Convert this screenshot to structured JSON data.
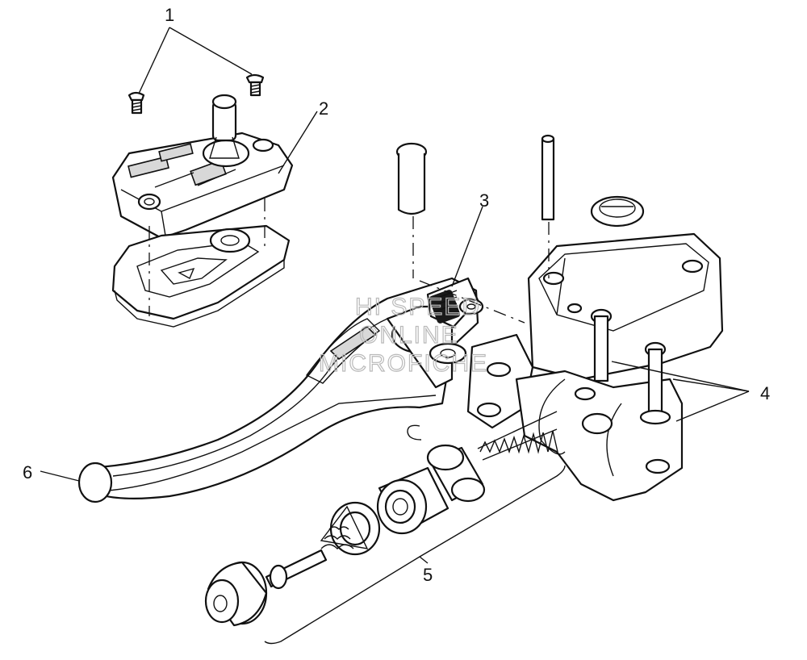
{
  "callouts": [
    {
      "label": "1"
    },
    {
      "label": "2"
    },
    {
      "label": "3"
    },
    {
      "label": "4"
    },
    {
      "label": "5"
    },
    {
      "label": "6"
    }
  ],
  "watermark": {
    "line1": "HI SPEED",
    "line2": "ONLINE",
    "line3": "MICROFICHE"
  }
}
